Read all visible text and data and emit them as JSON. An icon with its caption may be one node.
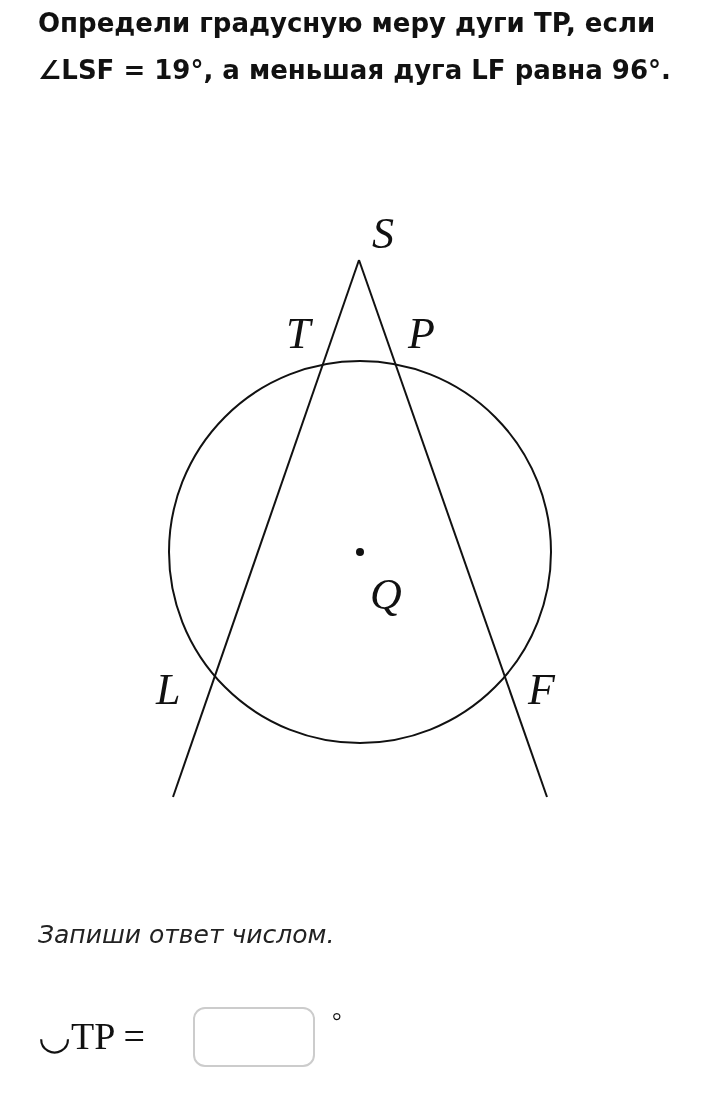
{
  "diagram": {
    "title": "Определи градусную меру дуги TP, если ∠LSF = 19°, а меньшая дуга LF равна 96°.",
    "labels": [
      "S",
      "T",
      "P",
      "Q",
      "L",
      "F",
      "Запиши ответ числом.",
      "◡TP =",
      "°"
    ]
  }
}
